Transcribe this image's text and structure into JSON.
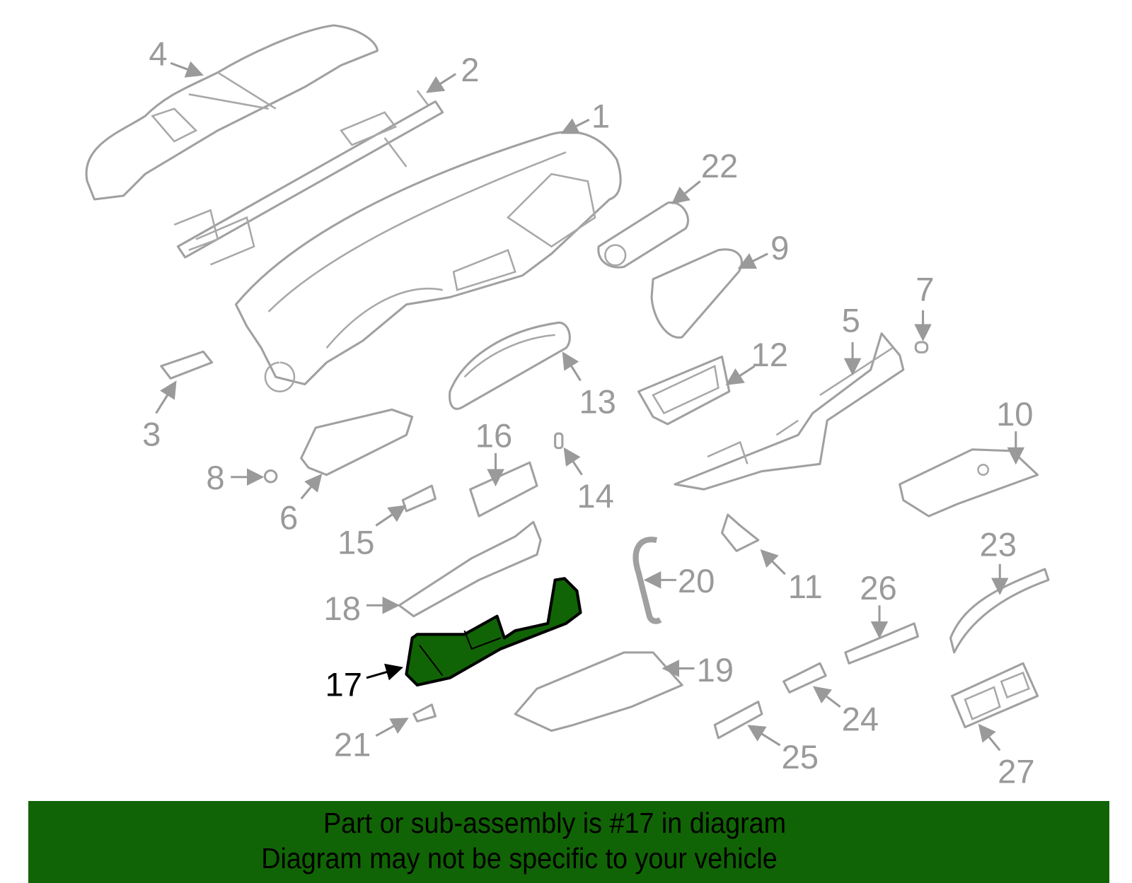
{
  "callouts": {
    "c1": "1",
    "c2": "2",
    "c3": "3",
    "c4": "4",
    "c5": "5",
    "c6": "6",
    "c7": "7",
    "c8": "8",
    "c9": "9",
    "c10": "10",
    "c11": "11",
    "c12": "12",
    "c13": "13",
    "c14": "14",
    "c15": "15",
    "c16": "16",
    "c17": "17",
    "c18": "18",
    "c19": "19",
    "c20": "20",
    "c21": "21",
    "c22": "22",
    "c23": "23",
    "c24": "24",
    "c25": "25",
    "c26": "26",
    "c27": "27"
  },
  "highlight": {
    "part": "17",
    "color": "#116405"
  },
  "banner": {
    "line1": "Part or sub-assembly is #17 in diagram",
    "line2": "Diagram may not be specific to your vehicle",
    "color": "#116405"
  }
}
